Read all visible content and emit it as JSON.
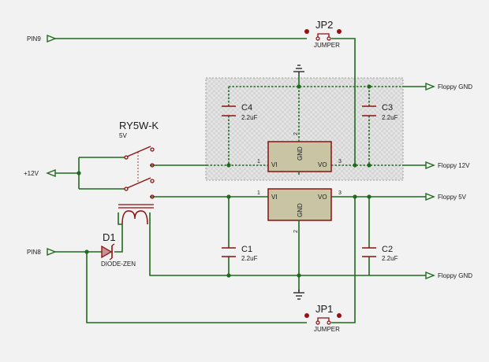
{
  "nets": {
    "pin9": "PIN9",
    "plus12v": "+12V",
    "pin8": "PIN8",
    "floppy_gnd_top": "Floppy GND",
    "floppy_12v": "Floppy 12V",
    "floppy_5v": "Floppy 5V",
    "floppy_gnd_bottom": "Floppy GND"
  },
  "components": {
    "relay": {
      "ref": "RY5W-K",
      "value": "5V"
    },
    "diode": {
      "ref": "D1",
      "value": "DIODE-ZEN"
    },
    "jp2": {
      "ref": "JP2",
      "value": "JUMPER"
    },
    "jp1": {
      "ref": "JP1",
      "value": "JUMPER"
    },
    "c4": {
      "ref": "C4",
      "value": "2.2uF"
    },
    "c3": {
      "ref": "C3",
      "value": "2.2uF"
    },
    "c1": {
      "ref": "C1",
      "value": "2.2uF"
    },
    "c2": {
      "ref": "C2",
      "value": "2.2uF"
    }
  },
  "regulators": {
    "u1": {
      "vi": "VI",
      "vo": "VO",
      "gnd": "GND",
      "pin1": "1",
      "pin2": "2",
      "pin3": "3"
    },
    "u2": {
      "vi": "VI",
      "vo": "VO",
      "gnd": "GND",
      "pin1": "1",
      "pin2": "2",
      "pin3": "3"
    }
  },
  "colors": {
    "wire": "#1e6b1e",
    "component": "#8b1010",
    "regulator_fill": "#c8c4a4",
    "background": "#f2f2f2"
  }
}
